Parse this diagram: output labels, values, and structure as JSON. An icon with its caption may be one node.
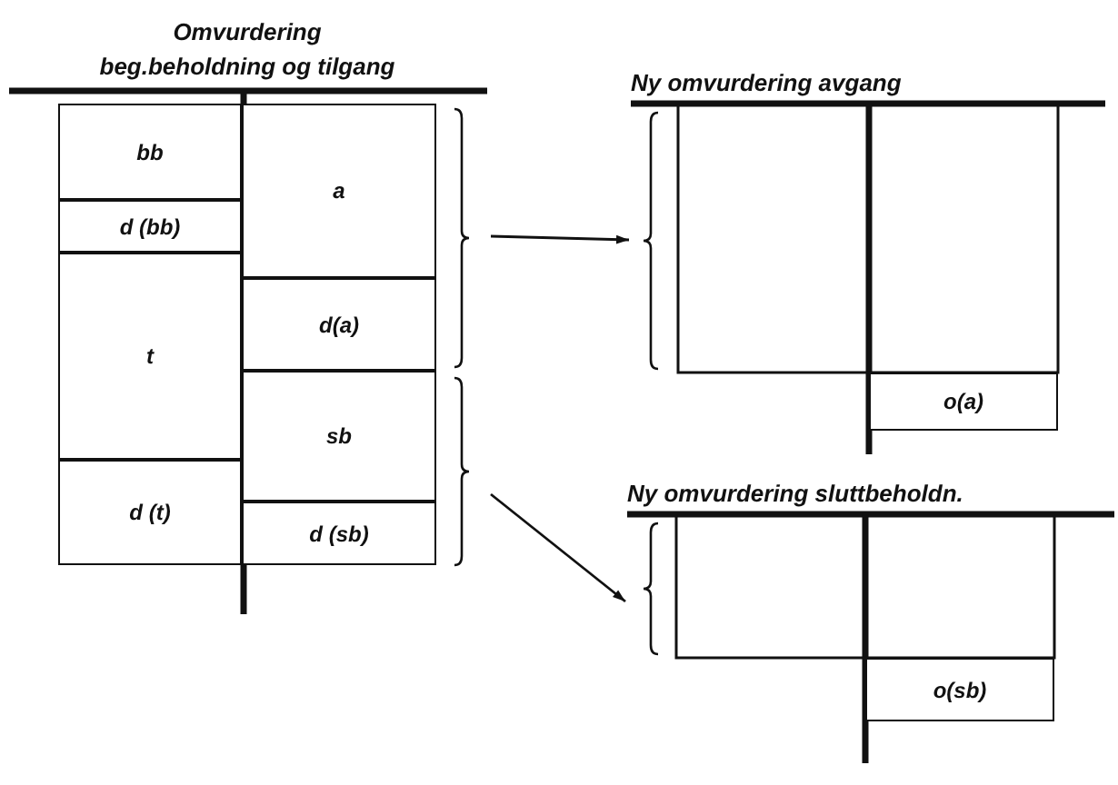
{
  "diagram": {
    "nodes": [
      {
        "text": [
          "Omvurdering",
          "beg.beholdning og tilgang"
        ]
      },
      {
        "text": [
          "bb"
        ],
        "in": 0
      },
      {
        "text": [
          "d (bb)"
        ],
        "in": 0
      },
      {
        "text": [
          "t"
        ],
        "in": 0
      },
      {
        "text": [
          "d (t)"
        ],
        "in": 0
      },
      {
        "text": [
          "a"
        ],
        "in": 0
      },
      {
        "text": [
          "d(a)"
        ],
        "in": 0
      },
      {
        "text": [
          "sb"
        ],
        "in": 0
      },
      {
        "text": [
          "d (sb)"
        ],
        "in": 0
      },
      {
        "text": [
          "Ny omvurdering avgang"
        ]
      },
      {
        "text": [
          "o(a)"
        ],
        "in": 9
      },
      {
        "text": [
          "Ny omvurdering sluttbeholdn."
        ]
      },
      {
        "text": [
          "o(sb)"
        ],
        "in": 11
      }
    ],
    "edges": [
      {
        "from": 0,
        "to": 9,
        "arrow": "to"
      },
      {
        "from": 0,
        "to": 11,
        "arrow": "to"
      }
    ]
  }
}
